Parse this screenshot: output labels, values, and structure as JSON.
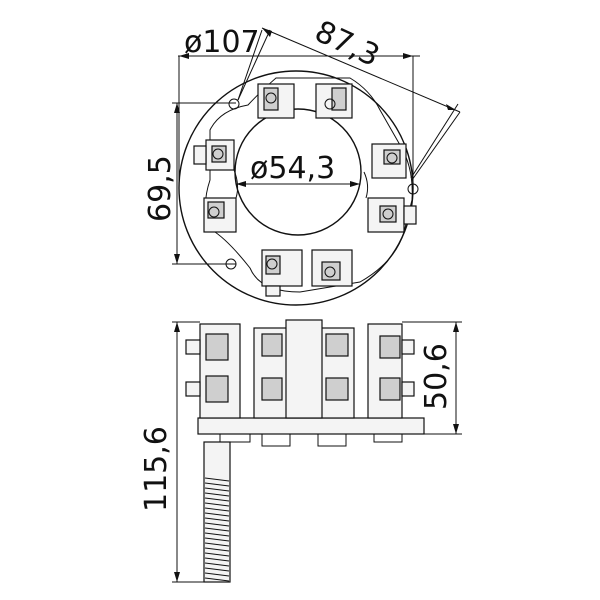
{
  "dimensions": {
    "outer_diameter": "ø107",
    "inner_diameter": "ø54,3",
    "diagonal_length": "87,3",
    "vertical_width": "69,5",
    "side_height": "50,6",
    "total_height": "115,6"
  },
  "colors": {
    "line": "#111111",
    "background": "#ffffff"
  }
}
